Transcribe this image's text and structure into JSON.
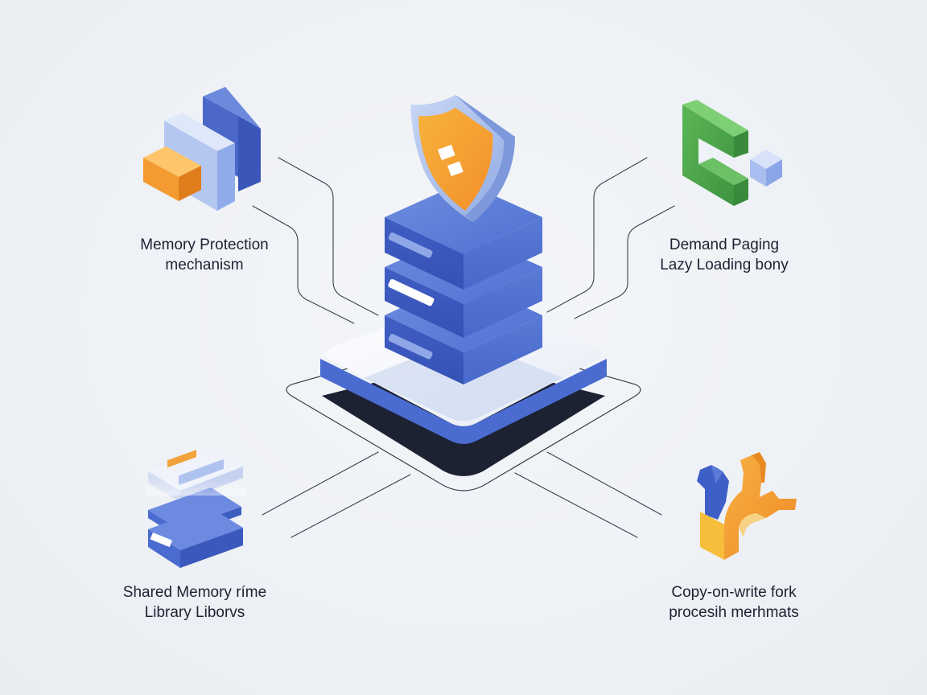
{
  "nodes": {
    "memory_protection": {
      "line1": "Memory Protection",
      "line2": "mechanism",
      "icon": "stacked-blocks-icon"
    },
    "demand_paging": {
      "line1": "Demand Paging",
      "line2": "Lazy Loading bony",
      "icon": "bracket-block-icon"
    },
    "shared_memory": {
      "line1": "Shared Memory ríme",
      "line2": "Library Liborvs",
      "icon": "layered-cards-icon"
    },
    "copy_on_write": {
      "line1": "Copy-on-write fork",
      "line2": "procesih merhmats",
      "icon": "branch-fork-icon"
    }
  },
  "center": {
    "icon": "server-stack-shield-icon"
  },
  "colors": {
    "blue": "#4a6fd0",
    "light_blue": "#9bb5ea",
    "orange": "#f2a23a",
    "green": "#4fa74a",
    "dark": "#1d2233",
    "line": "#3a3f4c"
  }
}
